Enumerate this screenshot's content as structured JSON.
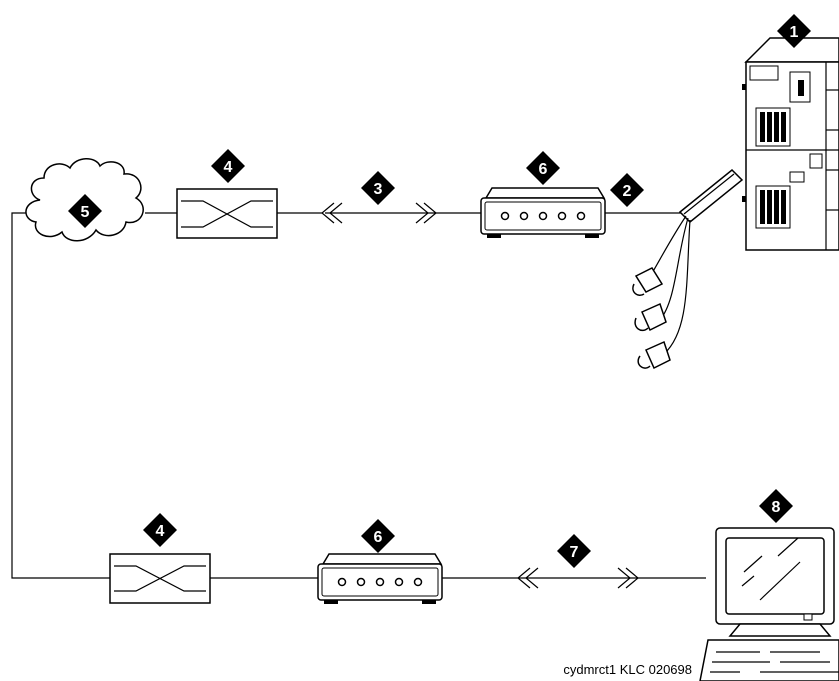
{
  "callouts": {
    "c1": "1",
    "c2": "2",
    "c3": "3",
    "c4a": "4",
    "c4b": "4",
    "c5": "5",
    "c6a": "6",
    "c6b": "6",
    "c7": "7",
    "c8": "8"
  },
  "caption": "cydmrct1 KLC 020698",
  "colors": {
    "line": "#000000",
    "callout_fill": "#000000",
    "background": "#ffffff"
  }
}
